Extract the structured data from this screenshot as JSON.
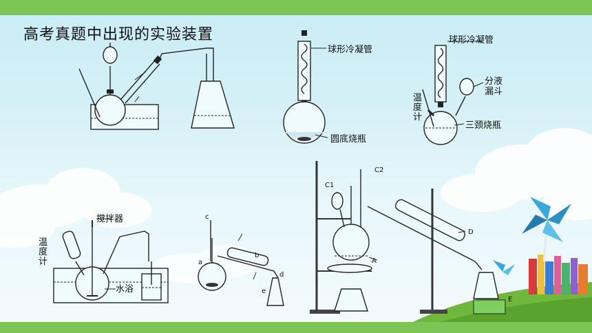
{
  "title": "高考真题中出现的实验装置",
  "labels": {
    "reflux_condenser_1": "球形冷凝管",
    "round_flask": "圆底烧瓶",
    "reflux_condenser_2": "球形冷凝管",
    "separatory_funnel": "分液漏斗",
    "thermometer_1": "温度计",
    "three_neck_flask": "三颈烧瓶",
    "stirrer": "搅拌器",
    "thermometer_2": "温度计",
    "water_bath": "水浴",
    "c1": "C1",
    "c2": "C2",
    "a_big": "A",
    "d_big": "D",
    "e_big": "E",
    "a_small": "a",
    "b_small": "b",
    "c_small": "c",
    "d_small": "d",
    "e_small": "e"
  },
  "colors": {
    "bar": "#7cc454",
    "sky_top": "#c9ecf5",
    "pinwheel": "#3aa6dc",
    "grass": "#6fb83b"
  }
}
